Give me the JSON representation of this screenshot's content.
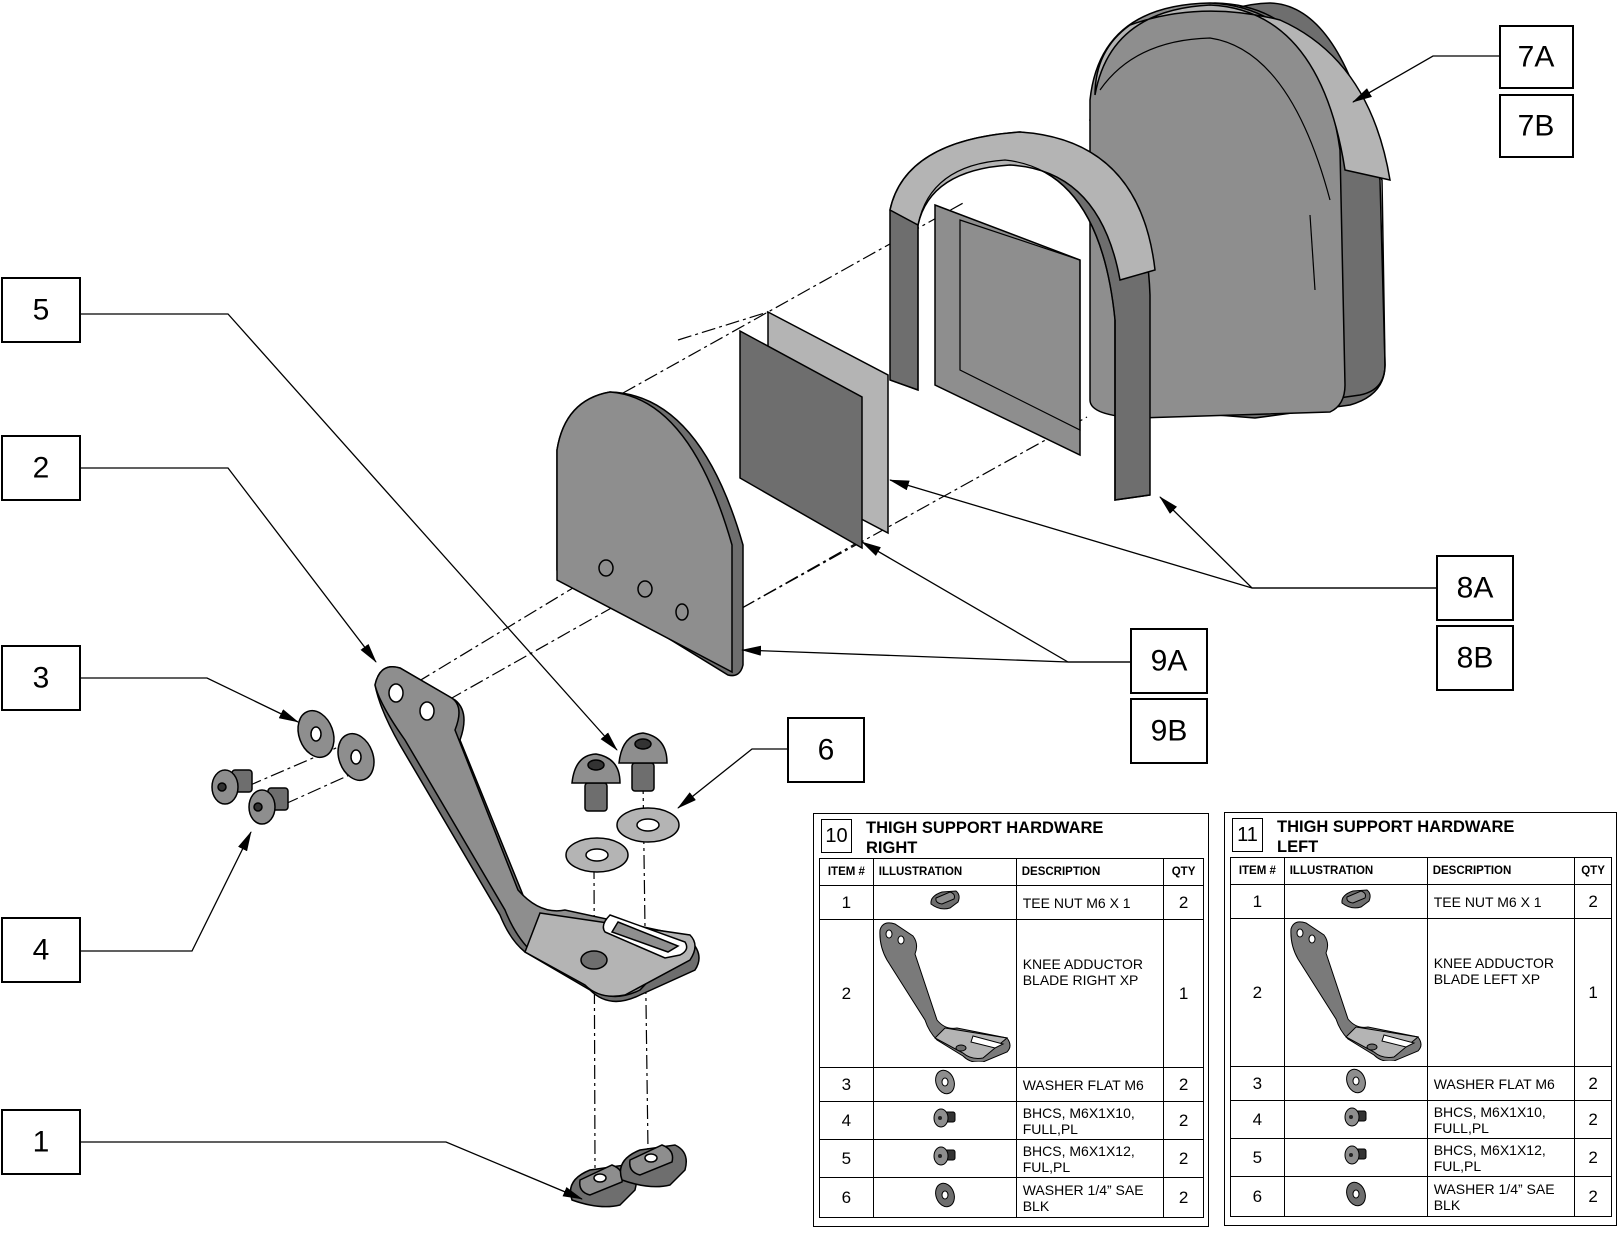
{
  "drawing": {
    "callouts": [
      {
        "id": "7A",
        "label": "7A"
      },
      {
        "id": "7B",
        "label": "7B"
      },
      {
        "id": "8A",
        "label": "8A"
      },
      {
        "id": "8B",
        "label": "8B"
      },
      {
        "id": "9A",
        "label": "9A"
      },
      {
        "id": "9B",
        "label": "9B"
      },
      {
        "id": "5",
        "label": "5"
      },
      {
        "id": "2",
        "label": "2"
      },
      {
        "id": "3",
        "label": "3"
      },
      {
        "id": "4",
        "label": "4"
      },
      {
        "id": "6",
        "label": "6"
      },
      {
        "id": "1",
        "label": "1"
      }
    ],
    "colors": {
      "line": "#000000",
      "part_dark": "#6e6e6e",
      "part_mid": "#8e8e8e",
      "part_light": "#b4b4b4",
      "page": "#ffffff"
    }
  },
  "tables": [
    {
      "number": "10",
      "title": "THIGH SUPPORT HARDWARE\nRIGHT",
      "headers": {
        "item": "ITEM #",
        "illustration": "ILLUSTRATION",
        "description": "DESCRIPTION",
        "qty": "QTY"
      },
      "rows": [
        {
          "item": "1",
          "icon": "tee-nut-icon",
          "description": "TEE NUT M6 X 1",
          "qty": "2"
        },
        {
          "item": "2",
          "icon": "knee-adductor-blade-icon",
          "description": "KNEE ADDUCTOR\nBLADE RIGHT XP",
          "qty": "1"
        },
        {
          "item": "3",
          "icon": "washer-icon",
          "description": "WASHER FLAT M6",
          "qty": "2"
        },
        {
          "item": "4",
          "icon": "button-head-screw-icon",
          "description": "BHCS, M6X1X10,\nFULL,PL",
          "qty": "2"
        },
        {
          "item": "5",
          "icon": "button-head-screw-icon",
          "description": "BHCS, M6X1X12,\nFUL,PL",
          "qty": "2"
        },
        {
          "item": "6",
          "icon": "washer-icon",
          "description": "WASHER 1/4” SAE\nBLK",
          "qty": "2"
        }
      ]
    },
    {
      "number": "11",
      "title": "THIGH SUPPORT HARDWARE\nLEFT",
      "headers": {
        "item": "ITEM #",
        "illustration": "ILLUSTRATION",
        "description": "DESCRIPTION",
        "qty": "QTY"
      },
      "rows": [
        {
          "item": "1",
          "icon": "tee-nut-icon",
          "description": "TEE NUT M6 X 1",
          "qty": "2"
        },
        {
          "item": "2",
          "icon": "knee-adductor-blade-icon",
          "description": "KNEE ADDUCTOR\nBLADE LEFT XP",
          "qty": "1"
        },
        {
          "item": "3",
          "icon": "washer-icon",
          "description": "WASHER FLAT M6",
          "qty": "2"
        },
        {
          "item": "4",
          "icon": "button-head-screw-icon",
          "description": "BHCS, M6X1X10,\nFULL,PL",
          "qty": "2"
        },
        {
          "item": "5",
          "icon": "button-head-screw-icon",
          "description": "BHCS, M6X1X12,\nFUL,PL",
          "qty": "2"
        },
        {
          "item": "6",
          "icon": "washer-icon",
          "description": "WASHER 1/4” SAE\nBLK",
          "qty": "2"
        }
      ]
    }
  ]
}
